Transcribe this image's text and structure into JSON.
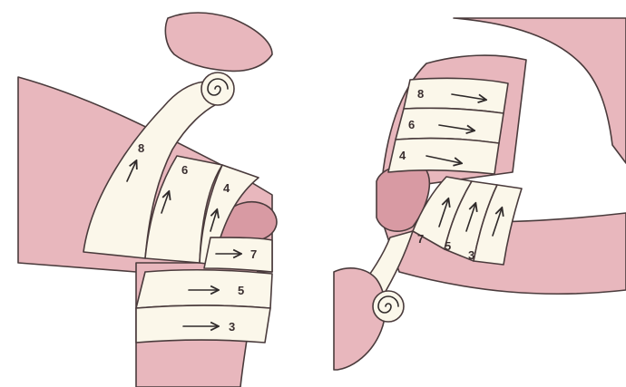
{
  "colors": {
    "skin": "#e8b7bd",
    "skin_shadow": "#d89aa3",
    "bandage": "#fbf7ea",
    "bandage_shadow": "#efe6cc",
    "outline": "#4a3b3c"
  },
  "left_panel": {
    "turns": [
      {
        "label": "8",
        "arrow": "up"
      },
      {
        "label": "6",
        "arrow": "up"
      },
      {
        "label": "4",
        "arrow": "up"
      },
      {
        "label": "7",
        "arrow": "right"
      },
      {
        "label": "5",
        "arrow": "right"
      },
      {
        "label": "3",
        "arrow": "right"
      }
    ]
  },
  "right_panel": {
    "turns": [
      {
        "label": "8",
        "arrow": "right"
      },
      {
        "label": "6",
        "arrow": "right"
      },
      {
        "label": "4",
        "arrow": "right"
      },
      {
        "label": "7",
        "arrow": "up"
      },
      {
        "label": "5",
        "arrow": "up"
      },
      {
        "label": "3",
        "arrow": "up"
      }
    ]
  }
}
